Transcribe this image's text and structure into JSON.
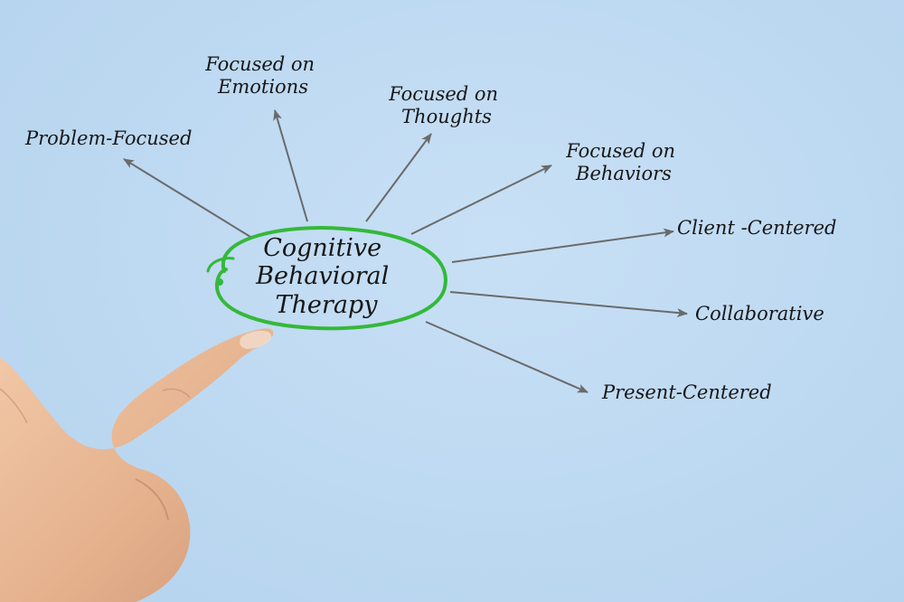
{
  "center": {
    "lines": [
      "Cognitive",
      "Behavioral",
      "Therapy"
    ]
  },
  "items": [
    {
      "lines": [
        "Problem-Focused"
      ]
    },
    {
      "lines": [
        "Focused on",
        "Emotions"
      ]
    },
    {
      "lines": [
        "Focused on",
        "Thoughts"
      ]
    },
    {
      "lines": [
        "Focused on",
        "Behaviors"
      ]
    },
    {
      "lines": [
        "Client -Centered"
      ]
    },
    {
      "lines": [
        "Collaborative"
      ]
    },
    {
      "lines": [
        "Present-Centered"
      ]
    }
  ],
  "colors": {
    "background": "#c2dcf3",
    "ring": "#34b83a",
    "arrow": "#6a6a6a",
    "text": "#161616",
    "skin": "#e8b896"
  }
}
